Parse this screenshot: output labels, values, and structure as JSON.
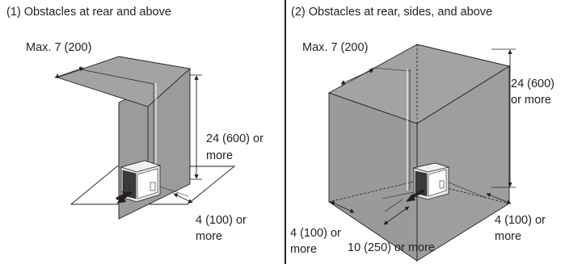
{
  "panel_left": {
    "title": "(1) Obstacles at rear and above",
    "label_top": "Max. 7 (200)",
    "label_height_1": "24 (600) or",
    "label_height_2": "more",
    "label_front_1": "4 (100) or",
    "label_front_2": "more"
  },
  "panel_right": {
    "title": "(2) Obstacles at rear, sides, and above",
    "label_top": "Max. 7 (200)",
    "label_height_1": "24 (600)",
    "label_height_2": "or more",
    "label_side_right_1": "4 (100) or",
    "label_side_right_2": "more",
    "label_side_left_1": "4 (100) or",
    "label_side_left_2": "more",
    "label_front": "10 (250) or more"
  },
  "colors": {
    "wall_fill": "#999a9b",
    "top_fill": "#a3a3a4",
    "line": "#231f20",
    "background": "#ffffff"
  }
}
